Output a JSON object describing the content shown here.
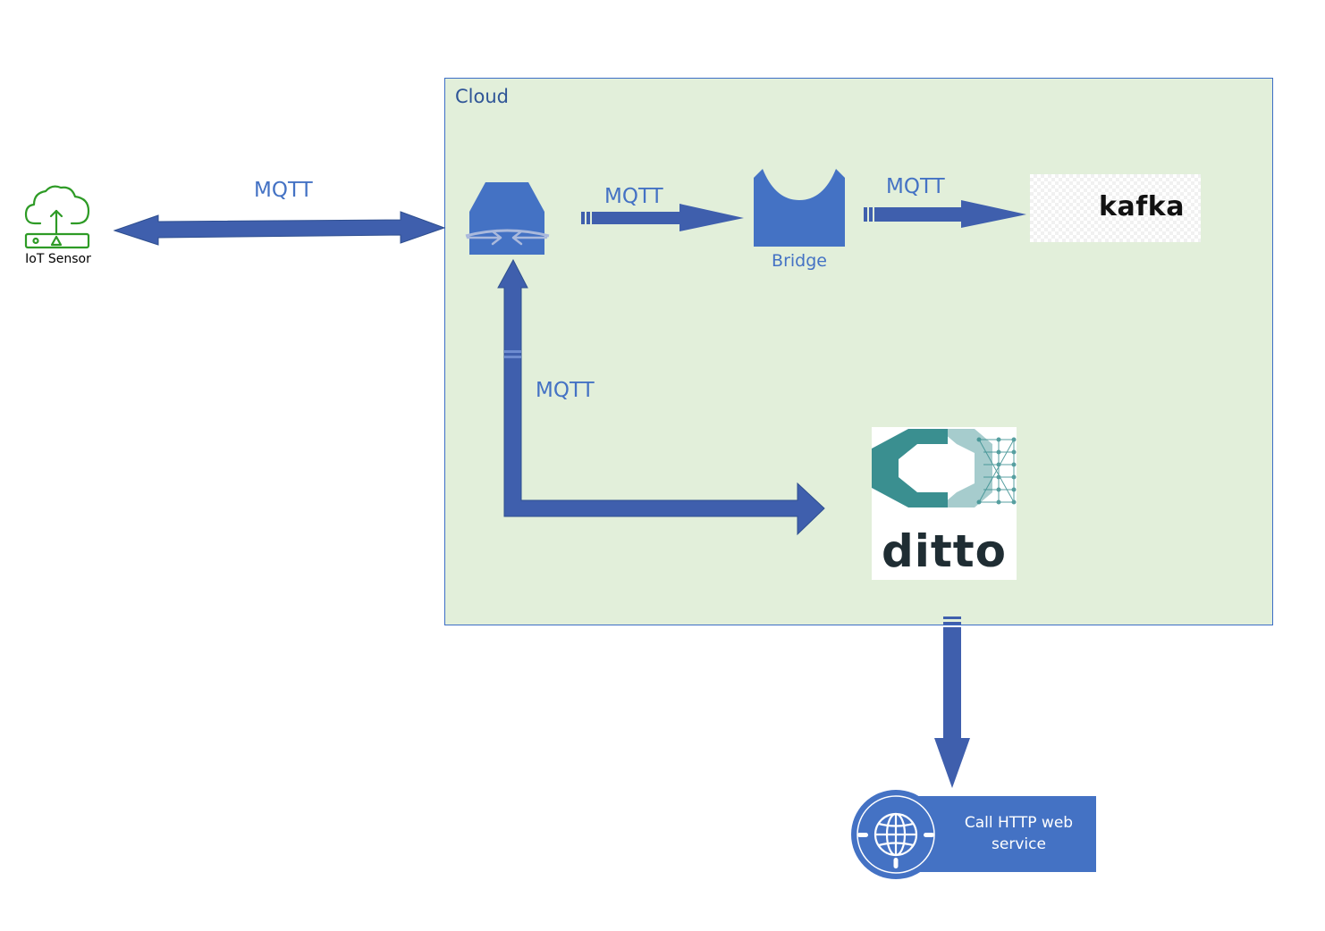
{
  "cloud": {
    "label": "Cloud",
    "fill": "#e2efda",
    "border": "#3c6ec6"
  },
  "nodes": {
    "iot_sensor": {
      "label": "IoT Sensor",
      "icon": "iot-cloud-upload-icon",
      "color": "#2e9b26"
    },
    "broker": {
      "icon": "mqtt-broker-icon",
      "color": "#4472c4"
    },
    "bridge": {
      "label": "Bridge",
      "icon": "bridge-icon",
      "color": "#4472c4"
    },
    "kafka": {
      "label": "kafka",
      "icon": "kafka-logo-icon"
    },
    "ditto": {
      "label": "ditto",
      "icon": "ditto-logo-icon",
      "accent": "#3a8f90"
    },
    "http_service": {
      "label_line1": "Call HTTP web",
      "label_line2": "service",
      "icon": "globe-icon",
      "color": "#4472c4"
    }
  },
  "edges": {
    "sensor_broker": "MQTT",
    "broker_bridge": "MQTT",
    "bridge_kafka": "MQTT",
    "broker_ditto": "MQTT"
  },
  "arrow_color": "#3f5fad"
}
